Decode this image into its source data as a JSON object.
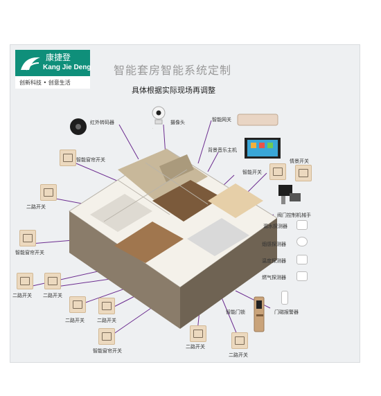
{
  "logo": {
    "cn": "康捷登",
    "en": "Kang Jie Deng",
    "slogan": "创新科技 • 创意生活"
  },
  "title": "智能套房智能系统定制",
  "subtitle": "具体根据实际现场再调整",
  "labels": {
    "ir": "红外转码器",
    "camera": "摄像头",
    "gateway": "智能网关",
    "music": "背景音乐主机",
    "curtain_a": "智能窗帘开关",
    "switch2_a": "二路开关",
    "curtain_b": "智能窗帘开关",
    "switch2_b": "二路开关",
    "switch2_c": "二路开关",
    "switch2_d": "二路开关",
    "switch2_e": "二路开关",
    "curtain_c": "智能窗帘开关",
    "smart_switch": "智能开关",
    "scene": "情景开关",
    "valve": "阀门控制机械手",
    "water": "漏水探测器",
    "smoke": "烟感探测器",
    "temp": "温度探测器",
    "gas": "燃气探测器",
    "lock": "智能门锁",
    "door": "门磁报警器",
    "switch2_f": "二路开关",
    "switch2_g": "二路开关"
  },
  "colors": {
    "brand": "#0f8f7a",
    "switch": "#ecd9bf",
    "line": "#6b2b8f"
  },
  "icons": [
    "leaf-logo-icon",
    "ir-remote-icon",
    "camera-icon",
    "gateway-icon",
    "music-panel-icon",
    "valve-robot-icon",
    "door-lock-icon"
  ]
}
